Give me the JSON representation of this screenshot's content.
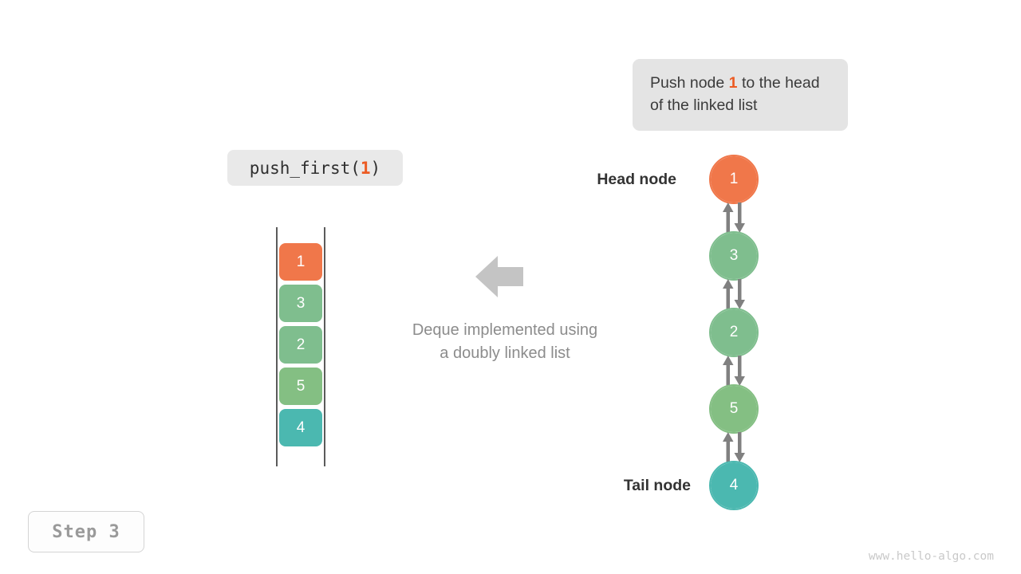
{
  "callout": {
    "prefix": "Push node ",
    "value": "1",
    "suffix": " to the head of the linked list"
  },
  "code_pill": {
    "prefix": "push_first(",
    "value": "1",
    "suffix": ")"
  },
  "deque": {
    "label_line1": "Deque implemented using",
    "label_line2": "a doubly linked list",
    "cells": [
      {
        "value": "1",
        "color": "#f0774a"
      },
      {
        "value": "3",
        "color": "#7fbe8e"
      },
      {
        "value": "2",
        "color": "#7fbe8e"
      },
      {
        "value": "5",
        "color": "#84bf83"
      },
      {
        "value": "4",
        "color": "#4bb8b0"
      }
    ]
  },
  "linked_list": {
    "head_label": "Head node",
    "tail_label": "Tail node",
    "nodes": [
      {
        "value": "1",
        "color": "#f0774a"
      },
      {
        "value": "3",
        "color": "#7fbe8e"
      },
      {
        "value": "2",
        "color": "#7fbe8e"
      },
      {
        "value": "5",
        "color": "#84bf83"
      },
      {
        "value": "4",
        "color": "#4bb8b0"
      }
    ]
  },
  "step_badge": "Step 3",
  "watermark": "www.hello-algo.com",
  "colors": {
    "highlight": "#ec5b23",
    "arrow_gray": "#808080",
    "big_arrow_gray": "#c4c4c4",
    "caption_gray": "#8c8c8c",
    "callout_bg": "#e4e4e4",
    "pill_bg": "#e9e9e9",
    "rail": "#5b5b5b"
  }
}
